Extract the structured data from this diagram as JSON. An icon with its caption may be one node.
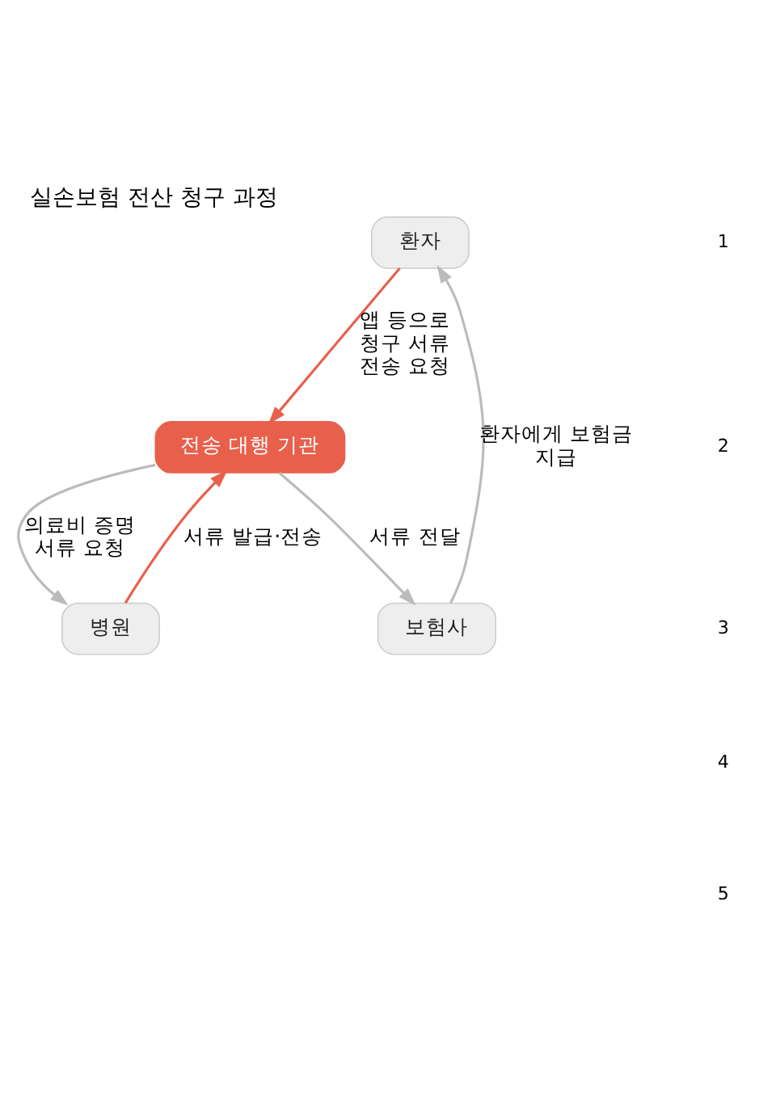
{
  "diagram": {
    "title": "실손보험 전산 청구 과정",
    "nodes": [
      {
        "text": [
          "환자"
        ]
      },
      {
        "text": [
          "병원"
        ]
      },
      {
        "text": [
          "보험사"
        ]
      },
      {
        "text": [
          "전송 대행 기관"
        ]
      }
    ],
    "edges": [
      {
        "from": 0,
        "to": 3,
        "arrow": "to",
        "label": "앱 등으로 청구 서류 전송 요청",
        "color": "#e8604c"
      },
      {
        "from": 3,
        "to": 1,
        "arrow": "to",
        "label": "의료비 증명 서류 요청"
      },
      {
        "from": 1,
        "to": 3,
        "arrow": "to",
        "label": "서류 발급·전송",
        "color": "#e8604c"
      },
      {
        "from": 3,
        "to": 2,
        "arrow": "to",
        "label": "서류 전달"
      },
      {
        "from": 2,
        "to": 0,
        "arrow": "to",
        "label": "환자에게 보험금 지급"
      }
    ],
    "labels": [
      "1",
      "2",
      "3",
      "4",
      "5"
    ]
  }
}
